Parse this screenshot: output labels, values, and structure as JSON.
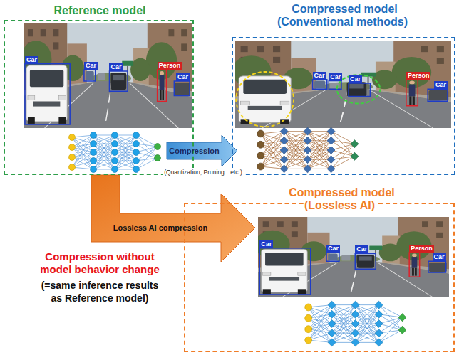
{
  "diagram": {
    "nodes": [
      {
        "text": [
          "Reference model"
        ]
      },
      {
        "text": [
          "Compressed model (Conventional methods)"
        ]
      },
      {
        "text": [
          "Compressed model (Lossless AI)"
        ]
      }
    ],
    "edges": [
      {
        "from": 0,
        "to": 1,
        "arrow": "to",
        "label": "Compression"
      },
      {
        "from": 0,
        "to": 2,
        "arrow": "to",
        "label": "Lossless AI compression"
      }
    ],
    "labels": [
      "Car",
      "Car",
      "Car",
      "Person",
      "Car",
      "Car",
      "Car",
      "Car",
      "Person",
      "Car",
      "(Quantization, Pruning…etc.)",
      "Compression without model behavior change",
      "(=same inference results as Reference model)",
      "Car",
      "Car",
      "Car",
      "Person",
      "Car"
    ]
  }
}
